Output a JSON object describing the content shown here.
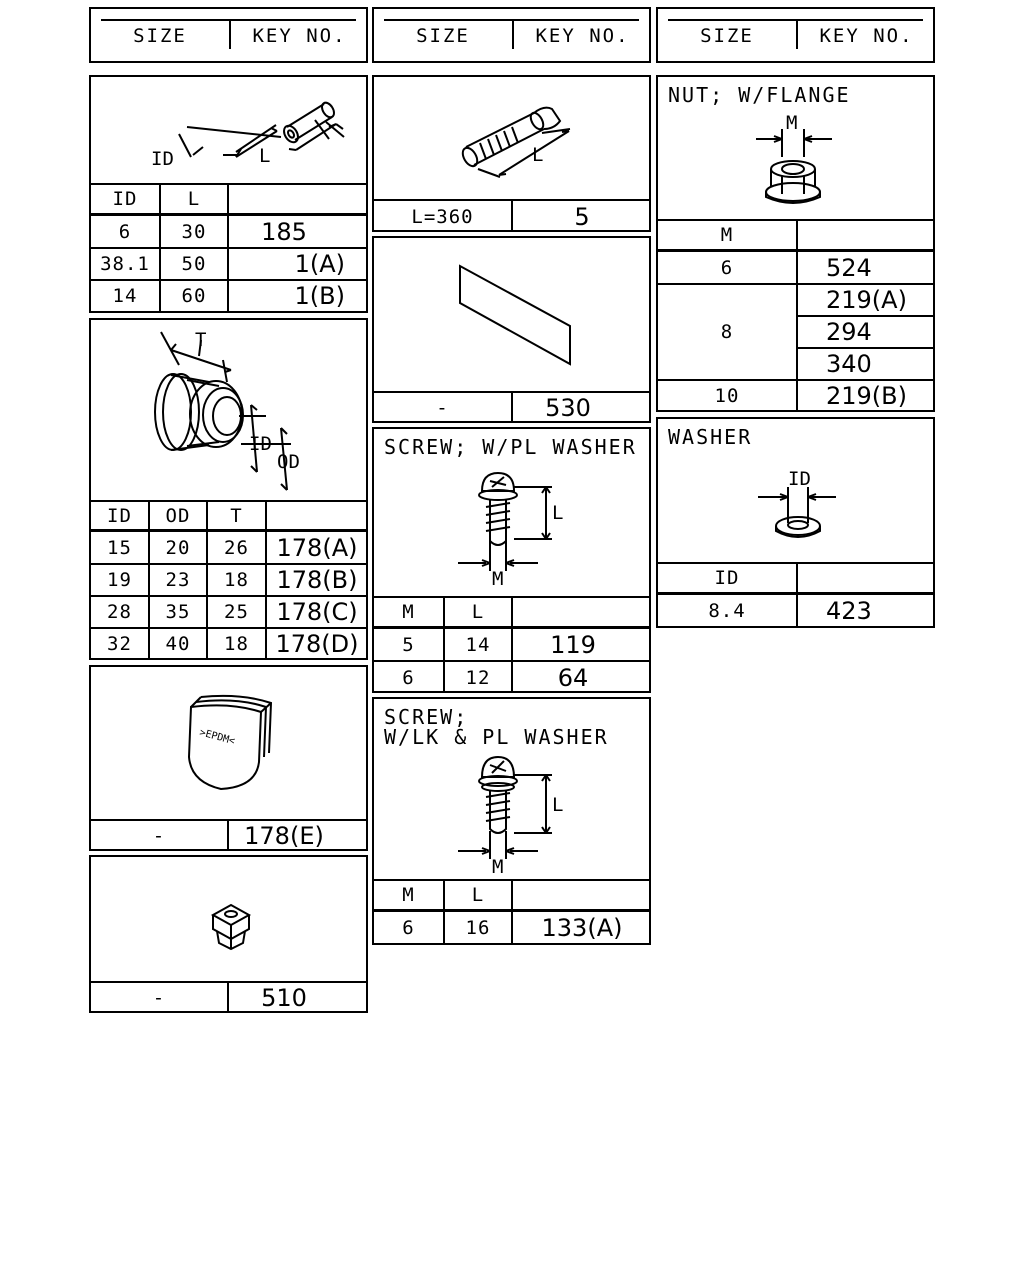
{
  "header": {
    "size_label": "SIZE",
    "key_label": "KEY NO."
  },
  "icons": [
    "spacer-tube-icon",
    "stud-bolt-icon",
    "nut-flange-icon",
    "grommet-icon",
    "tape-strip-icon",
    "washer-icon",
    "screw-pl-washer-icon",
    "cap-epdm-icon",
    "screw-lk-pl-washer-icon",
    "square-nut-clip-icon"
  ],
  "col1": {
    "tube": {
      "dims": {
        "id": "ID",
        "l": "L"
      },
      "headers": [
        "ID",
        "L"
      ],
      "rows": [
        {
          "id": "6",
          "l": "30",
          "key": "185"
        },
        {
          "id": "38.1",
          "l": "50",
          "key": "1(A)"
        },
        {
          "id": "14",
          "l": "60",
          "key": "1(B)"
        }
      ]
    },
    "grommet": {
      "dims": {
        "t": "T",
        "id": "ID",
        "od": "OD"
      },
      "headers": [
        "ID",
        "OD",
        "T"
      ],
      "rows": [
        {
          "id": "15",
          "od": "20",
          "t": "26",
          "key": "178(A)"
        },
        {
          "id": "19",
          "od": "23",
          "t": "18",
          "key": "178(B)"
        },
        {
          "id": "28",
          "od": "35",
          "t": "25",
          "key": "178(C)"
        },
        {
          "id": "32",
          "od": "40",
          "t": "18",
          "key": "178(D)"
        }
      ]
    },
    "cap": {
      "marking": ">EPDM<",
      "size": "-",
      "key": "178(E)"
    },
    "clip": {
      "size": "-",
      "key": "510"
    }
  },
  "col2": {
    "stud": {
      "dim": "L",
      "size": "L=360",
      "key": "5"
    },
    "tape": {
      "size": "-",
      "key": "530"
    },
    "screw1": {
      "title": "SCREW; W/PL WASHER",
      "dims": {
        "l": "L",
        "m": "M"
      },
      "headers": [
        "M",
        "L"
      ],
      "rows": [
        {
          "m": "5",
          "l": "14",
          "key": "119"
        },
        {
          "m": "6",
          "l": "12",
          "key": "64"
        }
      ]
    },
    "screw2": {
      "title_line1": "SCREW;",
      "title_line2": "W/LK & PL WASHER",
      "dims": {
        "l": "L",
        "m": "M"
      },
      "headers": [
        "M",
        "L"
      ],
      "rows": [
        {
          "m": "6",
          "l": "16",
          "key": "133(A)"
        }
      ]
    }
  },
  "col3": {
    "nut": {
      "title": "NUT; W/FLANGE",
      "dim": "M",
      "header": "M",
      "rows": [
        {
          "m": "6",
          "key": "524"
        },
        {
          "m": "8",
          "keys": [
            "219(A)",
            "294",
            "340"
          ]
        },
        {
          "m": "10",
          "key": "219(B)"
        }
      ]
    },
    "washer": {
      "title": "WASHER",
      "dim": "ID",
      "header": "ID",
      "rows": [
        {
          "id": "8.4",
          "key": "423"
        }
      ]
    }
  }
}
